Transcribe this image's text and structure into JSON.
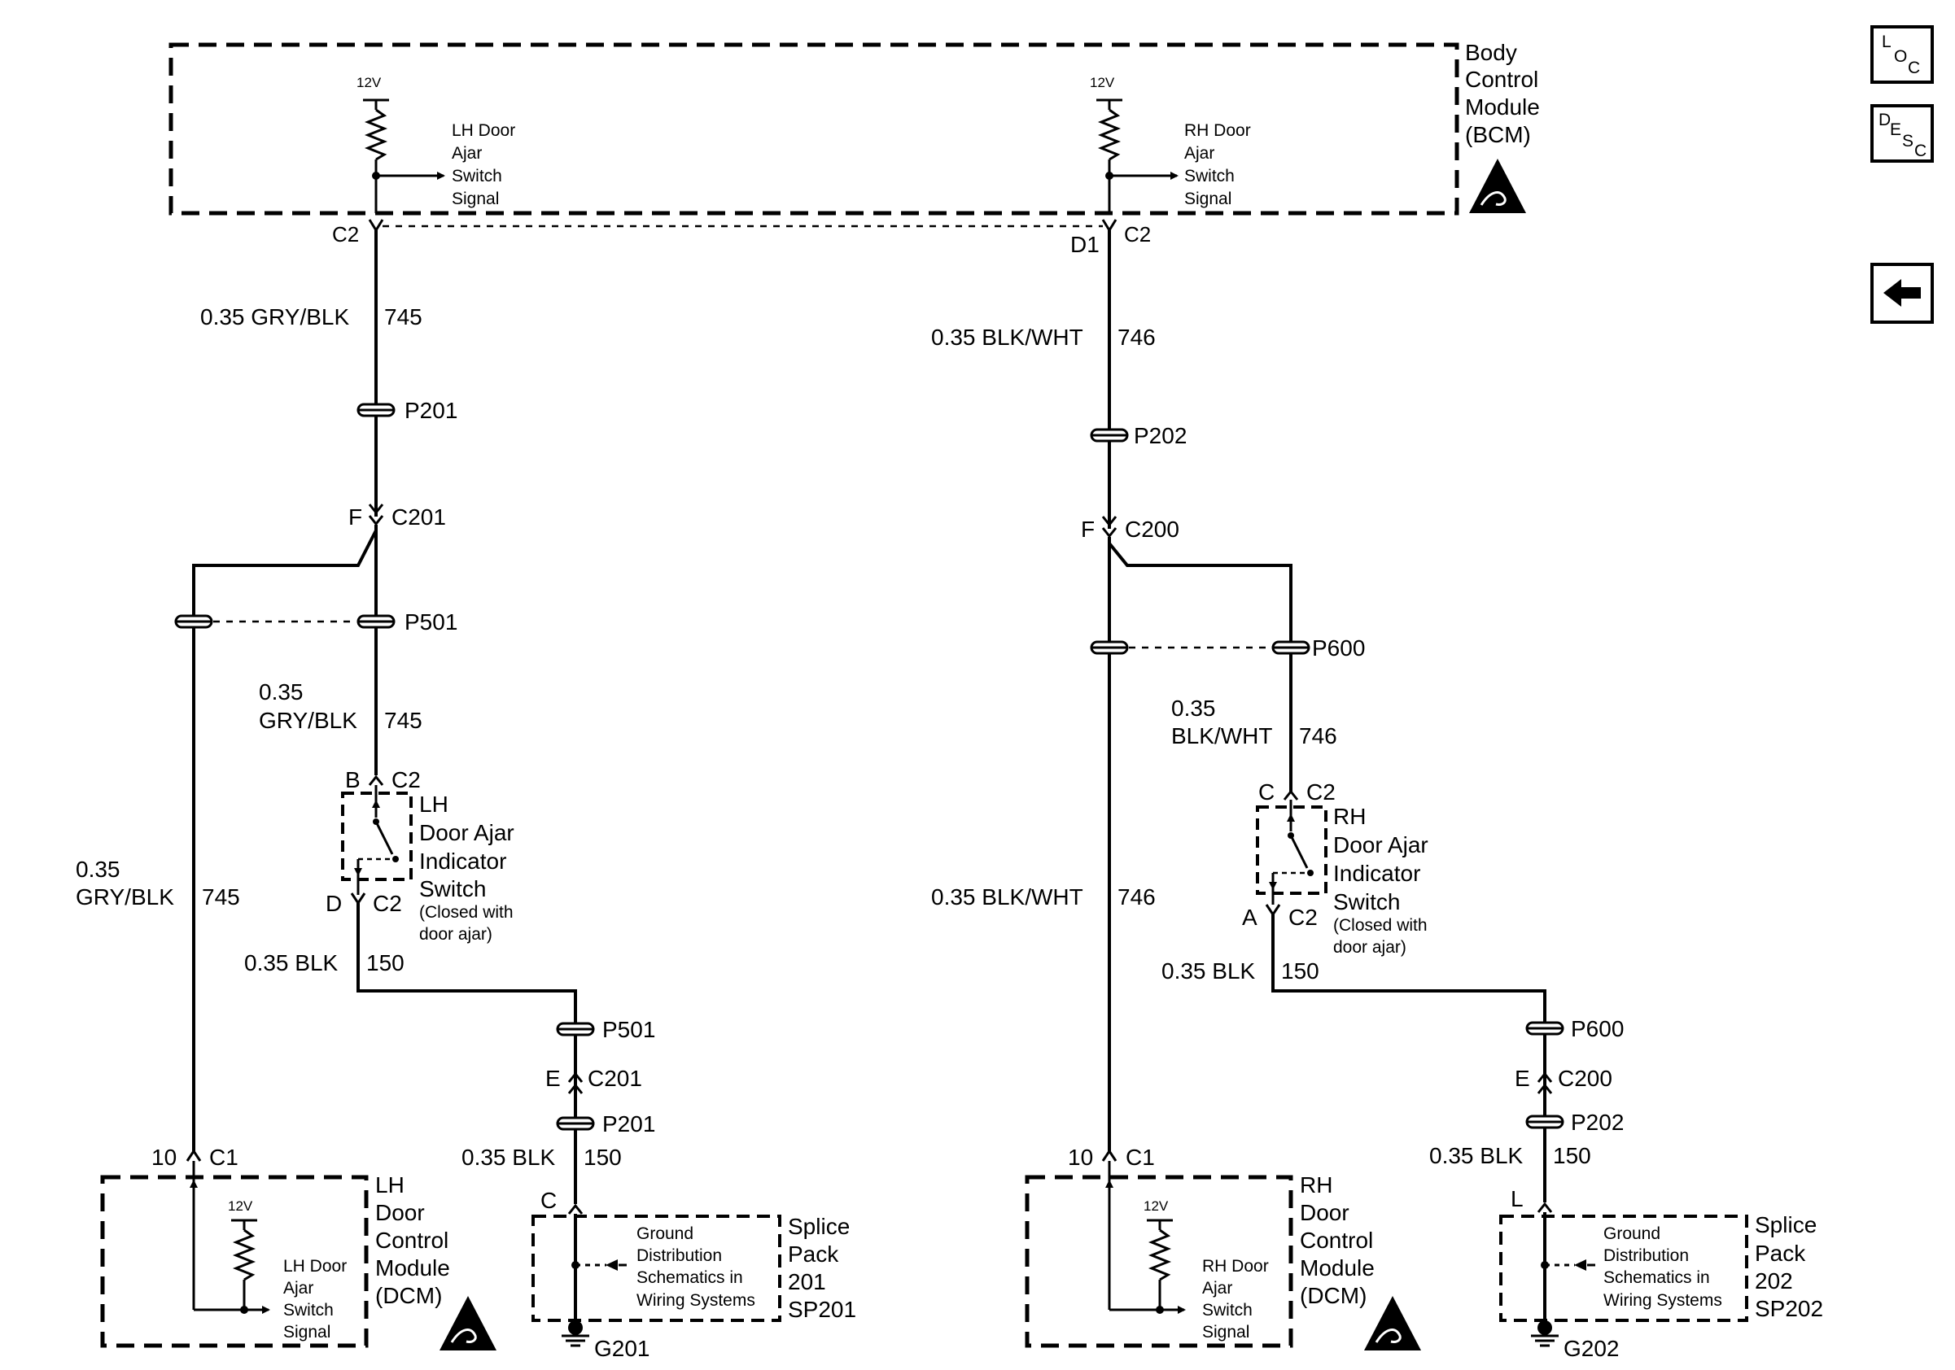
{
  "bcm": {
    "title_lines": [
      "Body",
      "Control",
      "Module",
      "(BCM)"
    ],
    "lh_supply": "12V",
    "rh_supply": "12V",
    "lh_signal_lines": [
      "LH Door",
      "Ajar",
      "Switch",
      "Signal"
    ],
    "rh_signal_lines": [
      "RH Door",
      "Ajar",
      "Switch",
      "Signal"
    ]
  },
  "lh_circuit": {
    "bcm_conn": "C2",
    "wire_745_top": "0.35 GRY/BLK",
    "circuit_745_top": "745",
    "p201": "P201",
    "c201_pin": "F",
    "c201": "C201",
    "p501_top": "P501",
    "wire_745_mid": [
      "0.35",
      "GRY/BLK"
    ],
    "circuit_745_mid": "745",
    "sw_pin_top": "B",
    "sw_conn_top": "C2",
    "switch_lines": [
      "LH",
      "Door Ajar",
      "Indicator",
      "Switch"
    ],
    "switch_note": [
      "(Closed with",
      "door ajar)"
    ],
    "sw_pin_bot": "D",
    "sw_conn_bot": "C2",
    "wire_150": "0.35 BLK",
    "circuit_150": "150",
    "wire_745_left": [
      "0.35",
      "GRY/BLK"
    ],
    "circuit_745_left": "745",
    "p501_bot": "P501",
    "c201_pin_bot": "E",
    "c201_bot": "C201",
    "p201_bot": "P201",
    "wire_150_bot": "0.35 BLK",
    "circuit_150_bot": "150",
    "splice_pin": "C",
    "dcm_pin": "10",
    "dcm_conn": "C1",
    "dcm_supply": "12V",
    "dcm_signal_lines": [
      "LH Door",
      "Ajar",
      "Switch",
      "Signal"
    ],
    "dcm_title_lines": [
      "LH",
      "Door",
      "Control",
      "Module",
      "(DCM)"
    ],
    "ground_note_lines": [
      "Ground",
      "Distribution",
      "Schematics in",
      "Wiring Systems"
    ],
    "splice_lines": [
      "Splice",
      "Pack",
      "201",
      "SP201"
    ],
    "ground": "G201"
  },
  "rh_circuit": {
    "bcm_pin": "D1",
    "bcm_conn": "C2",
    "wire_746_top": "0.35 BLK/WHT",
    "circuit_746_top": "746",
    "p202": "P202",
    "c200_pin": "F",
    "c200": "C200",
    "p600_top": "P600",
    "wire_746_mid": [
      "0.35",
      "BLK/WHT"
    ],
    "circuit_746_mid": "746",
    "sw_pin_top": "C",
    "sw_conn_top": "C2",
    "switch_lines": [
      "RH",
      "Door Ajar",
      "Indicator",
      "Switch"
    ],
    "switch_note": [
      "(Closed with",
      "door ajar)"
    ],
    "sw_pin_bot": "A",
    "sw_conn_bot": "C2",
    "wire_150": "0.35 BLK",
    "circuit_150": "150",
    "wire_746_left": "0.35 BLK/WHT",
    "circuit_746_left": "746",
    "p600_bot": "P600",
    "c200_pin_bot": "E",
    "c200_bot": "C200",
    "p202_bot": "P202",
    "wire_150_bot": "0.35 BLK",
    "circuit_150_bot": "150",
    "splice_pin": "L",
    "dcm_pin": "10",
    "dcm_conn": "C1",
    "dcm_supply": "12V",
    "dcm_signal_lines": [
      "RH Door",
      "Ajar",
      "Switch",
      "Signal"
    ],
    "dcm_title_lines": [
      "RH",
      "Door",
      "Control",
      "Module",
      "(DCM)"
    ],
    "ground_note_lines": [
      "Ground",
      "Distribution",
      "Schematics in",
      "Wiring Systems"
    ],
    "splice_lines": [
      "Splice",
      "Pack",
      "202",
      "SP202"
    ],
    "ground": "G202"
  },
  "nav": {
    "loc": [
      "L",
      "O",
      "C"
    ],
    "desc": [
      "D",
      "E",
      "S",
      "C"
    ],
    "back_icon": "left-arrow-icon"
  }
}
